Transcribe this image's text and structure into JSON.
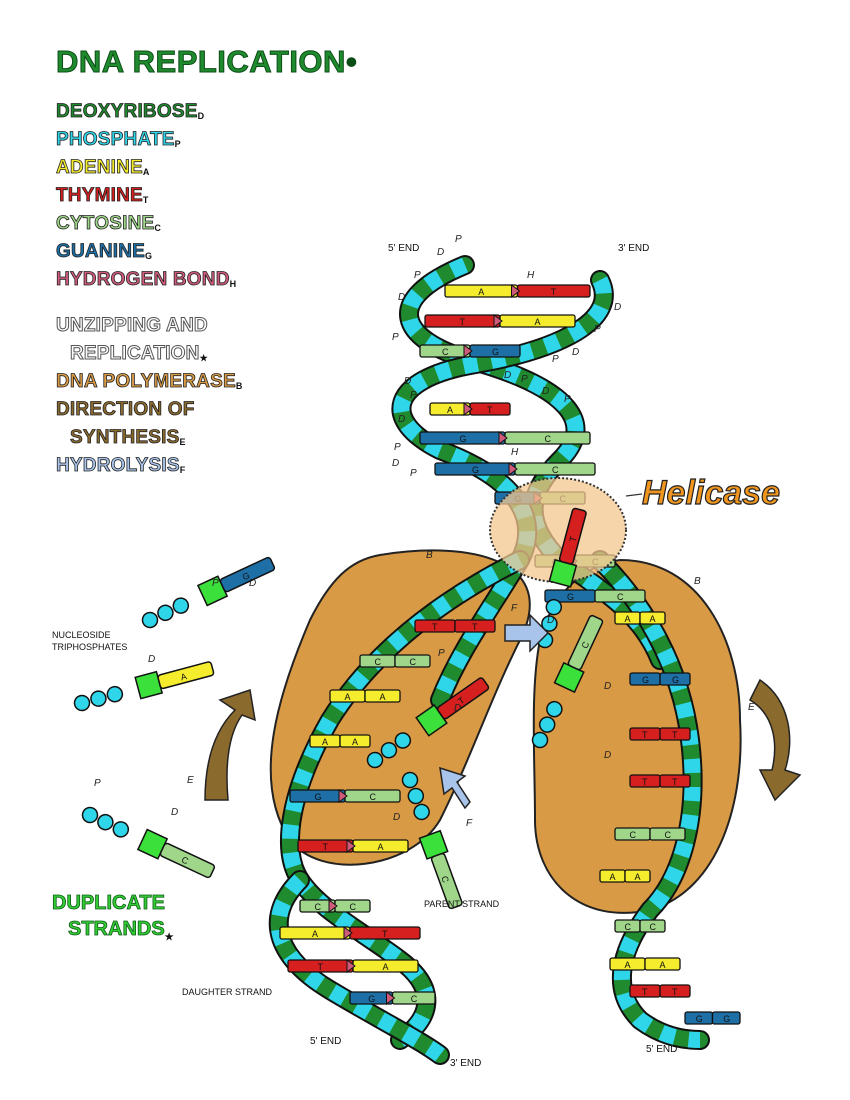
{
  "title": "DNA REPLICATION",
  "legend": [
    {
      "label": "DEOXYRIBOSE",
      "sub": "D",
      "color": "#1f8a2e"
    },
    {
      "label": "PHOSPHATE",
      "sub": "P",
      "color": "#2fd6ea"
    },
    {
      "label": "ADENINE",
      "sub": "A",
      "color": "#f4ec2c"
    },
    {
      "label": "THYMINE",
      "sub": "T",
      "color": "#d61f1f"
    },
    {
      "label": "CYTOSINE",
      "sub": "C",
      "color": "#9fd68a"
    },
    {
      "label": "GUANINE",
      "sub": "G",
      "color": "#1e6fa6"
    },
    {
      "label": "HYDROGEN BOND",
      "sub": "H",
      "color": "#d05a7a"
    }
  ],
  "legend2": [
    {
      "label": "UNZIPPING AND",
      "sub": "",
      "style": "outline",
      "indent": false
    },
    {
      "label": "REPLICATION",
      "sub": "★",
      "style": "outline",
      "indent": true
    },
    {
      "label": "DNA POLYMERASE",
      "sub": "B",
      "color": "#d99a45",
      "indent": false
    },
    {
      "label": "DIRECTION OF",
      "sub": "",
      "color": "#8b6a2e",
      "indent": false
    },
    {
      "label": "SYNTHESIS",
      "sub": "E",
      "color": "#8b6a2e",
      "indent": true
    },
    {
      "label": "HYDROLYSIS",
      "sub": "F",
      "color": "#a9c4ea",
      "indent": false
    }
  ],
  "duplicate": {
    "line1": "DUPLICATE",
    "line2": "STRANDS",
    "sub": "★"
  },
  "labels": {
    "helicase": "Helicase",
    "end5_top": "5' END",
    "end3_top": "3' END",
    "end5_bl": "5' END",
    "end3_bl": "3' END",
    "end5_br": "5' END",
    "nucleoside": "NUCLEOSIDE",
    "triphosphates": "TRIPHOSPHATES",
    "parent_strand": "PARENT STRAND",
    "daughter_strand": "DAUGHTER STRAND",
    "letters": {
      "P": "P",
      "D": "D",
      "H": "H",
      "B": "B",
      "E": "E",
      "F": "F"
    },
    "bases": {
      "A": "A",
      "T": "T",
      "C": "C",
      "G": "G"
    }
  },
  "colors": {
    "deoxyribose": "#1f8a2e",
    "phosphate": "#2fd6ea",
    "adenine": "#f4ec2c",
    "thymine": "#d61f1f",
    "cytosine": "#9fd68a",
    "guanine": "#1e6fa6",
    "hydrogen_bond": "#d05a7a",
    "polymerase": "#d99a45",
    "direction": "#8b6a2e",
    "hydrolysis": "#a9c4ea",
    "nucleotide_sugar": "#3be03b",
    "helicase_fill": "#f4c78f",
    "helicase_text": "#f0951e"
  }
}
